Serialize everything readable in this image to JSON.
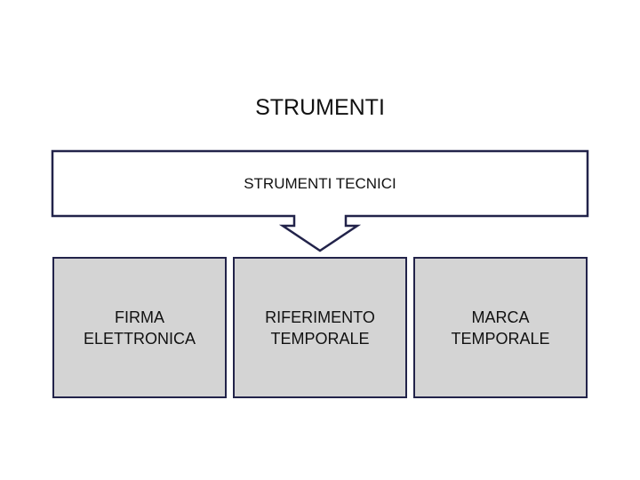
{
  "title": "STRUMENTI",
  "callout": {
    "label": "STRUMENTI TECNICI"
  },
  "boxes": [
    {
      "label": "FIRMA\nELETTRONICA"
    },
    {
      "label": "RIFERIMENTO\nTEMPORALE"
    },
    {
      "label": "MARCA\nTEMPORALE"
    }
  ],
  "colors": {
    "border": "#22234a",
    "box_fill": "#d4d4d4",
    "callout_fill": "#ffffff"
  }
}
